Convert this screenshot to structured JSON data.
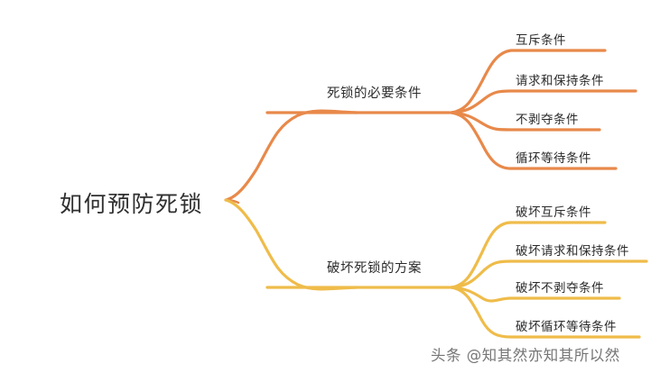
{
  "mindmap": {
    "root": {
      "label": "如何预防死锁"
    },
    "branches": [
      {
        "label": "死锁的必要条件",
        "color": "#E8894A",
        "leaves": [
          {
            "label": "互斥条件"
          },
          {
            "label": "请求和保持条件"
          },
          {
            "label": "不剥夺条件"
          },
          {
            "label": "循环等待条件"
          }
        ]
      },
      {
        "label": "破坏死锁的方案",
        "color": "#EFBC4A",
        "leaves": [
          {
            "label": "破坏互斥条件"
          },
          {
            "label": "破坏请求和保持条件"
          },
          {
            "label": "破坏不剥夺条件"
          },
          {
            "label": "破坏循环等待条件"
          }
        ]
      }
    ],
    "colors": {
      "orange": "#E8894A",
      "yellow": "#EFBC4A",
      "text": "#2b2b2b",
      "background": "#ffffff"
    }
  },
  "watermark": {
    "text": "头条 @知其然亦知其所以然"
  }
}
